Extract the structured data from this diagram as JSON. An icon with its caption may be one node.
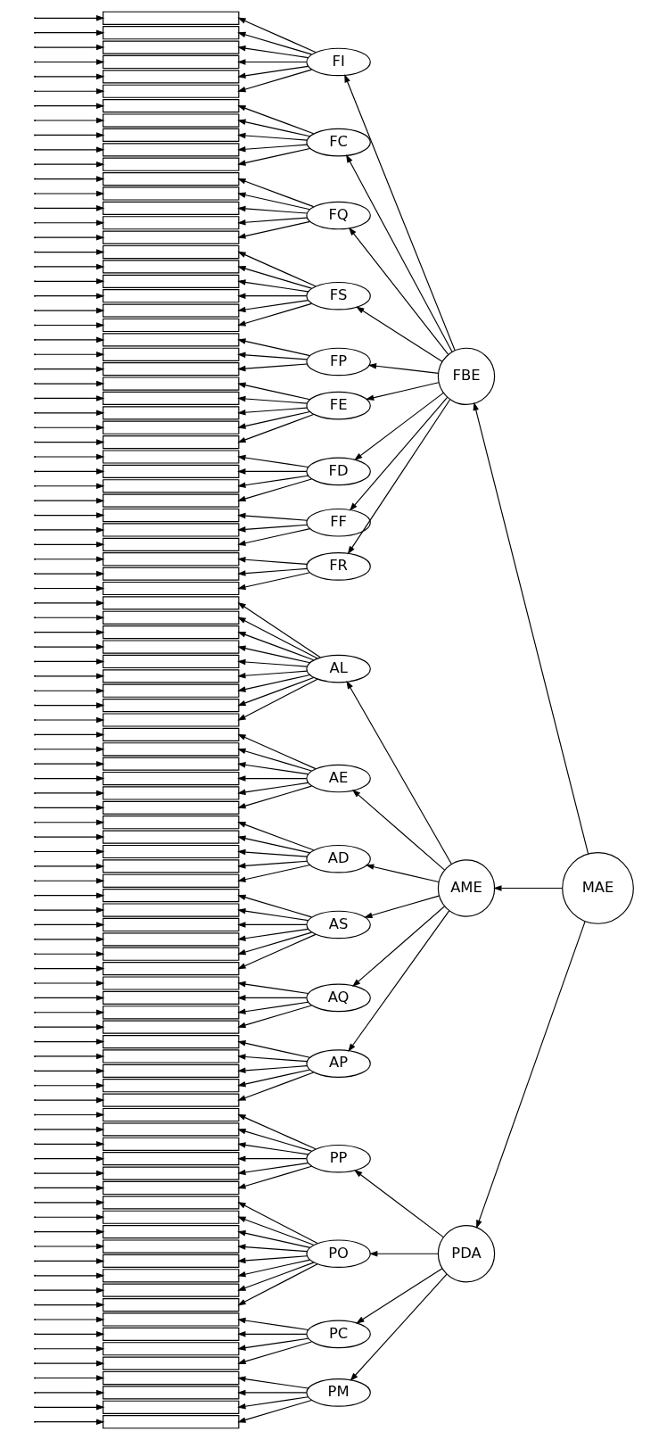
{
  "diagram": {
    "nodes": [
      {
        "text": [],
        "shape": "box"
      },
      {
        "text": [],
        "shape": "box"
      },
      {
        "text": [],
        "shape": "box"
      },
      {
        "text": [],
        "shape": "box"
      },
      {
        "text": [],
        "shape": "box"
      },
      {
        "text": [],
        "shape": "box"
      },
      {
        "text": [],
        "shape": "box"
      },
      {
        "text": [],
        "shape": "box"
      },
      {
        "text": [],
        "shape": "box"
      },
      {
        "text": [],
        "shape": "box"
      },
      {
        "text": [],
        "shape": "box"
      },
      {
        "text": [],
        "shape": "box"
      },
      {
        "text": [],
        "shape": "box"
      },
      {
        "text": [],
        "shape": "box"
      },
      {
        "text": [],
        "shape": "box"
      },
      {
        "text": [],
        "shape": "box"
      },
      {
        "text": [],
        "shape": "box"
      },
      {
        "text": [],
        "shape": "box"
      },
      {
        "text": [],
        "shape": "box"
      },
      {
        "text": [],
        "shape": "box"
      },
      {
        "text": [],
        "shape": "box"
      },
      {
        "text": [],
        "shape": "box"
      },
      {
        "text": [],
        "shape": "box"
      },
      {
        "text": [],
        "shape": "box"
      },
      {
        "text": [],
        "shape": "box"
      },
      {
        "text": [],
        "shape": "box"
      },
      {
        "text": [],
        "shape": "box"
      },
      {
        "text": [],
        "shape": "box"
      },
      {
        "text": [],
        "shape": "box"
      },
      {
        "text": [],
        "shape": "box"
      },
      {
        "text": [],
        "shape": "box"
      },
      {
        "text": [],
        "shape": "box"
      },
      {
        "text": [],
        "shape": "box"
      },
      {
        "text": [],
        "shape": "box"
      },
      {
        "text": [],
        "shape": "box"
      },
      {
        "text": [],
        "shape": "box"
      },
      {
        "text": [],
        "shape": "box"
      },
      {
        "text": [],
        "shape": "box"
      },
      {
        "text": [],
        "shape": "box"
      },
      {
        "text": [],
        "shape": "box"
      },
      {
        "text": [],
        "shape": "box"
      },
      {
        "text": [],
        "shape": "box"
      },
      {
        "text": [],
        "shape": "box"
      },
      {
        "text": [],
        "shape": "box"
      },
      {
        "text": [],
        "shape": "box"
      },
      {
        "text": [],
        "shape": "box"
      },
      {
        "text": [],
        "shape": "box"
      },
      {
        "text": [],
        "shape": "box"
      },
      {
        "text": [],
        "shape": "box"
      },
      {
        "text": [],
        "shape": "box"
      },
      {
        "text": [],
        "shape": "box"
      },
      {
        "text": [],
        "shape": "box"
      },
      {
        "text": [],
        "shape": "box"
      },
      {
        "text": [],
        "shape": "box"
      },
      {
        "text": [],
        "shape": "box"
      },
      {
        "text": [],
        "shape": "box"
      },
      {
        "text": [],
        "shape": "box"
      },
      {
        "text": [],
        "shape": "box"
      },
      {
        "text": [],
        "shape": "box"
      },
      {
        "text": [],
        "shape": "box"
      },
      {
        "text": [],
        "shape": "box"
      },
      {
        "text": [],
        "shape": "box"
      },
      {
        "text": [],
        "shape": "box"
      },
      {
        "text": [],
        "shape": "box"
      },
      {
        "text": [],
        "shape": "box"
      },
      {
        "text": [],
        "shape": "box"
      },
      {
        "text": [],
        "shape": "box"
      },
      {
        "text": [],
        "shape": "box"
      },
      {
        "text": [],
        "shape": "box"
      },
      {
        "text": [],
        "shape": "box"
      },
      {
        "text": [],
        "shape": "box"
      },
      {
        "text": [],
        "shape": "box"
      },
      {
        "text": [],
        "shape": "box"
      },
      {
        "text": [],
        "shape": "box"
      },
      {
        "text": [],
        "shape": "box"
      },
      {
        "text": [],
        "shape": "box"
      },
      {
        "text": [],
        "shape": "box"
      },
      {
        "text": [],
        "shape": "box"
      },
      {
        "text": [],
        "shape": "box"
      },
      {
        "text": [],
        "shape": "box"
      },
      {
        "text": [],
        "shape": "box"
      },
      {
        "text": [],
        "shape": "box"
      },
      {
        "text": [],
        "shape": "box"
      },
      {
        "text": [],
        "shape": "box"
      },
      {
        "text": [],
        "shape": "box"
      },
      {
        "text": [],
        "shape": "box"
      },
      {
        "text": [],
        "shape": "box"
      },
      {
        "text": [],
        "shape": "box"
      },
      {
        "text": [],
        "shape": "box"
      },
      {
        "text": [],
        "shape": "box"
      },
      {
        "text": [],
        "shape": "box"
      },
      {
        "text": [],
        "shape": "box"
      },
      {
        "text": [],
        "shape": "box"
      },
      {
        "text": [],
        "shape": "box"
      },
      {
        "text": [],
        "shape": "box"
      },
      {
        "text": [],
        "shape": "box"
      },
      {
        "text": [],
        "shape": "box"
      },
      {
        "text": [
          "FI"
        ]
      },
      {
        "text": [
          "FC"
        ]
      },
      {
        "text": [
          "FQ"
        ]
      },
      {
        "text": [
          "FS"
        ]
      },
      {
        "text": [
          "FP"
        ]
      },
      {
        "text": [
          "FE"
        ]
      },
      {
        "text": [
          "FD"
        ]
      },
      {
        "text": [
          "FF"
        ]
      },
      {
        "text": [
          "FR"
        ]
      },
      {
        "text": [
          "AL"
        ]
      },
      {
        "text": [
          "AE"
        ]
      },
      {
        "text": [
          "AD"
        ]
      },
      {
        "text": [
          "AS"
        ]
      },
      {
        "text": [
          "AQ"
        ]
      },
      {
        "text": [
          "AP"
        ]
      },
      {
        "text": [
          "PP"
        ]
      },
      {
        "text": [
          "PO"
        ]
      },
      {
        "text": [
          "PC"
        ]
      },
      {
        "text": [
          "PM"
        ]
      },
      {
        "text": [
          "FBE"
        ]
      },
      {
        "text": [
          "AME"
        ]
      },
      {
        "text": [
          "PDA"
        ]
      },
      {
        "text": [
          "MAE"
        ]
      }
    ],
    "edges": [
      {
        "from": null,
        "to": 0,
        "arrow": "to"
      },
      {
        "from": null,
        "to": 1,
        "arrow": "to"
      },
      {
        "from": null,
        "to": 2,
        "arrow": "to"
      },
      {
        "from": null,
        "to": 3,
        "arrow": "to"
      },
      {
        "from": null,
        "to": 4,
        "arrow": "to"
      },
      {
        "from": null,
        "to": 5,
        "arrow": "to"
      },
      {
        "from": null,
        "to": 6,
        "arrow": "to"
      },
      {
        "from": null,
        "to": 7,
        "arrow": "to"
      },
      {
        "from": null,
        "to": 8,
        "arrow": "to"
      },
      {
        "from": null,
        "to": 9,
        "arrow": "to"
      },
      {
        "from": null,
        "to": 10,
        "arrow": "to"
      },
      {
        "from": null,
        "to": 11,
        "arrow": "to"
      },
      {
        "from": null,
        "to": 12,
        "arrow": "to"
      },
      {
        "from": null,
        "to": 13,
        "arrow": "to"
      },
      {
        "from": null,
        "to": 14,
        "arrow": "to"
      },
      {
        "from": null,
        "to": 15,
        "arrow": "to"
      },
      {
        "from": null,
        "to": 16,
        "arrow": "to"
      },
      {
        "from": null,
        "to": 17,
        "arrow": "to"
      },
      {
        "from": null,
        "to": 18,
        "arrow": "to"
      },
      {
        "from": null,
        "to": 19,
        "arrow": "to"
      },
      {
        "from": null,
        "to": 20,
        "arrow": "to"
      },
      {
        "from": null,
        "to": 21,
        "arrow": "to"
      },
      {
        "from": null,
        "to": 22,
        "arrow": "to"
      },
      {
        "from": null,
        "to": 23,
        "arrow": "to"
      },
      {
        "from": null,
        "to": 24,
        "arrow": "to"
      },
      {
        "from": null,
        "to": 25,
        "arrow": "to"
      },
      {
        "from": null,
        "to": 26,
        "arrow": "to"
      },
      {
        "from": null,
        "to": 27,
        "arrow": "to"
      },
      {
        "from": null,
        "to": 28,
        "arrow": "to"
      },
      {
        "from": null,
        "to": 29,
        "arrow": "to"
      },
      {
        "from": null,
        "to": 30,
        "arrow": "to"
      },
      {
        "from": null,
        "to": 31,
        "arrow": "to"
      },
      {
        "from": null,
        "to": 32,
        "arrow": "to"
      },
      {
        "from": null,
        "to": 33,
        "arrow": "to"
      },
      {
        "from": null,
        "to": 34,
        "arrow": "to"
      },
      {
        "from": null,
        "to": 35,
        "arrow": "to"
      },
      {
        "from": null,
        "to": 36,
        "arrow": "to"
      },
      {
        "from": null,
        "to": 37,
        "arrow": "to"
      },
      {
        "from": null,
        "to": 38,
        "arrow": "to"
      },
      {
        "from": null,
        "to": 39,
        "arrow": "to"
      },
      {
        "from": null,
        "to": 40,
        "arrow": "to"
      },
      {
        "from": null,
        "to": 41,
        "arrow": "to"
      },
      {
        "from": null,
        "to": 42,
        "arrow": "to"
      },
      {
        "from": null,
        "to": 43,
        "arrow": "to"
      },
      {
        "from": null,
        "to": 44,
        "arrow": "to"
      },
      {
        "from": null,
        "to": 45,
        "arrow": "to"
      },
      {
        "from": null,
        "to": 46,
        "arrow": "to"
      },
      {
        "from": null,
        "to": 47,
        "arrow": "to"
      },
      {
        "from": null,
        "to": 48,
        "arrow": "to"
      },
      {
        "from": null,
        "to": 49,
        "arrow": "to"
      },
      {
        "from": null,
        "to": 50,
        "arrow": "to"
      },
      {
        "from": null,
        "to": 51,
        "arrow": "to"
      },
      {
        "from": null,
        "to": 52,
        "arrow": "to"
      },
      {
        "from": null,
        "to": 53,
        "arrow": "to"
      },
      {
        "from": null,
        "to": 54,
        "arrow": "to"
      },
      {
        "from": null,
        "to": 55,
        "arrow": "to"
      },
      {
        "from": null,
        "to": 56,
        "arrow": "to"
      },
      {
        "from": null,
        "to": 57,
        "arrow": "to"
      },
      {
        "from": null,
        "to": 58,
        "arrow": "to"
      },
      {
        "from": null,
        "to": 59,
        "arrow": "to"
      },
      {
        "from": null,
        "to": 60,
        "arrow": "to"
      },
      {
        "from": null,
        "to": 61,
        "arrow": "to"
      },
      {
        "from": null,
        "to": 62,
        "arrow": "to"
      },
      {
        "from": null,
        "to": 63,
        "arrow": "to"
      },
      {
        "from": null,
        "to": 64,
        "arrow": "to"
      },
      {
        "from": null,
        "to": 65,
        "arrow": "to"
      },
      {
        "from": null,
        "to": 66,
        "arrow": "to"
      },
      {
        "from": null,
        "to": 67,
        "arrow": "to"
      },
      {
        "from": null,
        "to": 68,
        "arrow": "to"
      },
      {
        "from": null,
        "to": 69,
        "arrow": "to"
      },
      {
        "from": null,
        "to": 70,
        "arrow": "to"
      },
      {
        "from": null,
        "to": 71,
        "arrow": "to"
      },
      {
        "from": null,
        "to": 72,
        "arrow": "to"
      },
      {
        "from": null,
        "to": 73,
        "arrow": "to"
      },
      {
        "from": null,
        "to": 74,
        "arrow": "to"
      },
      {
        "from": null,
        "to": 75,
        "arrow": "to"
      },
      {
        "from": null,
        "to": 76,
        "arrow": "to"
      },
      {
        "from": null,
        "to": 77,
        "arrow": "to"
      },
      {
        "from": null,
        "to": 78,
        "arrow": "to"
      },
      {
        "from": null,
        "to": 79,
        "arrow": "to"
      },
      {
        "from": null,
        "to": 80,
        "arrow": "to"
      },
      {
        "from": null,
        "to": 81,
        "arrow": "to"
      },
      {
        "from": null,
        "to": 82,
        "arrow": "to"
      },
      {
        "from": null,
        "to": 83,
        "arrow": "to"
      },
      {
        "from": null,
        "to": 84,
        "arrow": "to"
      },
      {
        "from": null,
        "to": 85,
        "arrow": "to"
      },
      {
        "from": null,
        "to": 86,
        "arrow": "to"
      },
      {
        "from": null,
        "to": 87,
        "arrow": "to"
      },
      {
        "from": null,
        "to": 88,
        "arrow": "to"
      },
      {
        "from": null,
        "to": 89,
        "arrow": "to"
      },
      {
        "from": null,
        "to": 90,
        "arrow": "to"
      },
      {
        "from": null,
        "to": 91,
        "arrow": "to"
      },
      {
        "from": null,
        "to": 92,
        "arrow": "to"
      },
      {
        "from": null,
        "to": 93,
        "arrow": "to"
      },
      {
        "from": null,
        "to": 94,
        "arrow": "to"
      },
      {
        "from": null,
        "to": 95,
        "arrow": "to"
      },
      {
        "from": null,
        "to": 96,
        "arrow": "to"
      },
      {
        "from": 97,
        "to": 0,
        "arrow": "to"
      },
      {
        "from": 97,
        "to": 1,
        "arrow": "to"
      },
      {
        "from": 97,
        "to": 2,
        "arrow": "to"
      },
      {
        "from": 97,
        "to": 3,
        "arrow": "to"
      },
      {
        "from": 97,
        "to": 4,
        "arrow": "to"
      },
      {
        "from": 97,
        "to": 5,
        "arrow": "to"
      },
      {
        "from": 98,
        "to": 6,
        "arrow": "to"
      },
      {
        "from": 98,
        "to": 7,
        "arrow": "to"
      },
      {
        "from": 98,
        "to": 8,
        "arrow": "to"
      },
      {
        "from": 98,
        "to": 9,
        "arrow": "to"
      },
      {
        "from": 98,
        "to": 10,
        "arrow": "to"
      },
      {
        "from": 99,
        "to": 11,
        "arrow": "to"
      },
      {
        "from": 99,
        "to": 12,
        "arrow": "to"
      },
      {
        "from": 99,
        "to": 13,
        "arrow": "to"
      },
      {
        "from": 99,
        "to": 14,
        "arrow": "to"
      },
      {
        "from": 99,
        "to": 15,
        "arrow": "to"
      },
      {
        "from": 100,
        "to": 16,
        "arrow": "to"
      },
      {
        "from": 100,
        "to": 17,
        "arrow": "to"
      },
      {
        "from": 100,
        "to": 18,
        "arrow": "to"
      },
      {
        "from": 100,
        "to": 19,
        "arrow": "to"
      },
      {
        "from": 100,
        "to": 20,
        "arrow": "to"
      },
      {
        "from": 100,
        "to": 21,
        "arrow": "to"
      },
      {
        "from": 101,
        "to": 22,
        "arrow": "to"
      },
      {
        "from": 101,
        "to": 23,
        "arrow": "to"
      },
      {
        "from": 101,
        "to": 24,
        "arrow": "to"
      },
      {
        "from": 102,
        "to": 25,
        "arrow": "to"
      },
      {
        "from": 102,
        "to": 26,
        "arrow": "to"
      },
      {
        "from": 102,
        "to": 27,
        "arrow": "to"
      },
      {
        "from": 102,
        "to": 28,
        "arrow": "to"
      },
      {
        "from": 102,
        "to": 29,
        "arrow": "to"
      },
      {
        "from": 103,
        "to": 30,
        "arrow": "to"
      },
      {
        "from": 103,
        "to": 31,
        "arrow": "to"
      },
      {
        "from": 103,
        "to": 32,
        "arrow": "to"
      },
      {
        "from": 103,
        "to": 33,
        "arrow": "to"
      },
      {
        "from": 104,
        "to": 34,
        "arrow": "to"
      },
      {
        "from": 104,
        "to": 35,
        "arrow": "to"
      },
      {
        "from": 104,
        "to": 36,
        "arrow": "to"
      },
      {
        "from": 105,
        "to": 37,
        "arrow": "to"
      },
      {
        "from": 105,
        "to": 38,
        "arrow": "to"
      },
      {
        "from": 105,
        "to": 39,
        "arrow": "to"
      },
      {
        "from": 106,
        "to": 40,
        "arrow": "to"
      },
      {
        "from": 106,
        "to": 41,
        "arrow": "to"
      },
      {
        "from": 106,
        "to": 42,
        "arrow": "to"
      },
      {
        "from": 106,
        "to": 43,
        "arrow": "to"
      },
      {
        "from": 106,
        "to": 44,
        "arrow": "to"
      },
      {
        "from": 106,
        "to": 45,
        "arrow": "to"
      },
      {
        "from": 106,
        "to": 46,
        "arrow": "to"
      },
      {
        "from": 106,
        "to": 47,
        "arrow": "to"
      },
      {
        "from": 106,
        "to": 48,
        "arrow": "to"
      },
      {
        "from": 107,
        "to": 49,
        "arrow": "to"
      },
      {
        "from": 107,
        "to": 50,
        "arrow": "to"
      },
      {
        "from": 107,
        "to": 51,
        "arrow": "to"
      },
      {
        "from": 107,
        "to": 52,
        "arrow": "to"
      },
      {
        "from": 107,
        "to": 53,
        "arrow": "to"
      },
      {
        "from": 107,
        "to": 54,
        "arrow": "to"
      },
      {
        "from": 108,
        "to": 55,
        "arrow": "to"
      },
      {
        "from": 108,
        "to": 56,
        "arrow": "to"
      },
      {
        "from": 108,
        "to": 57,
        "arrow": "to"
      },
      {
        "from": 108,
        "to": 58,
        "arrow": "to"
      },
      {
        "from": 108,
        "to": 59,
        "arrow": "to"
      },
      {
        "from": 109,
        "to": 60,
        "arrow": "to"
      },
      {
        "from": 109,
        "to": 61,
        "arrow": "to"
      },
      {
        "from": 109,
        "to": 62,
        "arrow": "to"
      },
      {
        "from": 109,
        "to": 63,
        "arrow": "to"
      },
      {
        "from": 109,
        "to": 64,
        "arrow": "to"
      },
      {
        "from": 109,
        "to": 65,
        "arrow": "to"
      },
      {
        "from": 110,
        "to": 66,
        "arrow": "to"
      },
      {
        "from": 110,
        "to": 67,
        "arrow": "to"
      },
      {
        "from": 110,
        "to": 68,
        "arrow": "to"
      },
      {
        "from": 110,
        "to": 69,
        "arrow": "to"
      },
      {
        "from": 111,
        "to": 70,
        "arrow": "to"
      },
      {
        "from": 111,
        "to": 71,
        "arrow": "to"
      },
      {
        "from": 111,
        "to": 72,
        "arrow": "to"
      },
      {
        "from": 111,
        "to": 73,
        "arrow": "to"
      },
      {
        "from": 111,
        "to": 74,
        "arrow": "to"
      },
      {
        "from": 112,
        "to": 75,
        "arrow": "to"
      },
      {
        "from": 112,
        "to": 76,
        "arrow": "to"
      },
      {
        "from": 112,
        "to": 77,
        "arrow": "to"
      },
      {
        "from": 112,
        "to": 78,
        "arrow": "to"
      },
      {
        "from": 112,
        "to": 79,
        "arrow": "to"
      },
      {
        "from": 112,
        "to": 80,
        "arrow": "to"
      },
      {
        "from": 113,
        "to": 81,
        "arrow": "to"
      },
      {
        "from": 113,
        "to": 82,
        "arrow": "to"
      },
      {
        "from": 113,
        "to": 83,
        "arrow": "to"
      },
      {
        "from": 113,
        "to": 84,
        "arrow": "to"
      },
      {
        "from": 113,
        "to": 85,
        "arrow": "to"
      },
      {
        "from": 113,
        "to": 86,
        "arrow": "to"
      },
      {
        "from": 113,
        "to": 87,
        "arrow": "to"
      },
      {
        "from": 113,
        "to": 88,
        "arrow": "to"
      },
      {
        "from": 114,
        "to": 89,
        "arrow": "to"
      },
      {
        "from": 114,
        "to": 90,
        "arrow": "to"
      },
      {
        "from": 114,
        "to": 91,
        "arrow": "to"
      },
      {
        "from": 114,
        "to": 92,
        "arrow": "to"
      },
      {
        "from": 115,
        "to": 93,
        "arrow": "to"
      },
      {
        "from": 115,
        "to": 94,
        "arrow": "to"
      },
      {
        "from": 115,
        "to": 95,
        "arrow": "to"
      },
      {
        "from": 115,
        "to": 96,
        "arrow": "to"
      },
      {
        "from": 116,
        "to": 97,
        "arrow": "to"
      },
      {
        "from": 116,
        "to": 98,
        "arrow": "to"
      },
      {
        "from": 116,
        "to": 99,
        "arrow": "to"
      },
      {
        "from": 116,
        "to": 100,
        "arrow": "to"
      },
      {
        "from": 116,
        "to": 101,
        "arrow": "to"
      },
      {
        "from": 116,
        "to": 102,
        "arrow": "to"
      },
      {
        "from": 116,
        "to": 103,
        "arrow": "to"
      },
      {
        "from": 116,
        "to": 104,
        "arrow": "to"
      },
      {
        "from": 116,
        "to": 105,
        "arrow": "to"
      },
      {
        "from": 117,
        "to": 106,
        "arrow": "to"
      },
      {
        "from": 117,
        "to": 107,
        "arrow": "to"
      },
      {
        "from": 117,
        "to": 108,
        "arrow": "to"
      },
      {
        "from": 117,
        "to": 109,
        "arrow": "to"
      },
      {
        "from": 117,
        "to": 110,
        "arrow": "to"
      },
      {
        "from": 117,
        "to": 111,
        "arrow": "to"
      },
      {
        "from": 118,
        "to": 112,
        "arrow": "to"
      },
      {
        "from": 118,
        "to": 113,
        "arrow": "to"
      },
      {
        "from": 118,
        "to": 114,
        "arrow": "to"
      },
      {
        "from": 118,
        "to": 115,
        "arrow": "to"
      },
      {
        "from": 119,
        "to": 116,
        "arrow": "to"
      },
      {
        "from": 119,
        "to": 117,
        "arrow": "to"
      },
      {
        "from": 119,
        "to": 118,
        "arrow": "to"
      }
    ]
  }
}
